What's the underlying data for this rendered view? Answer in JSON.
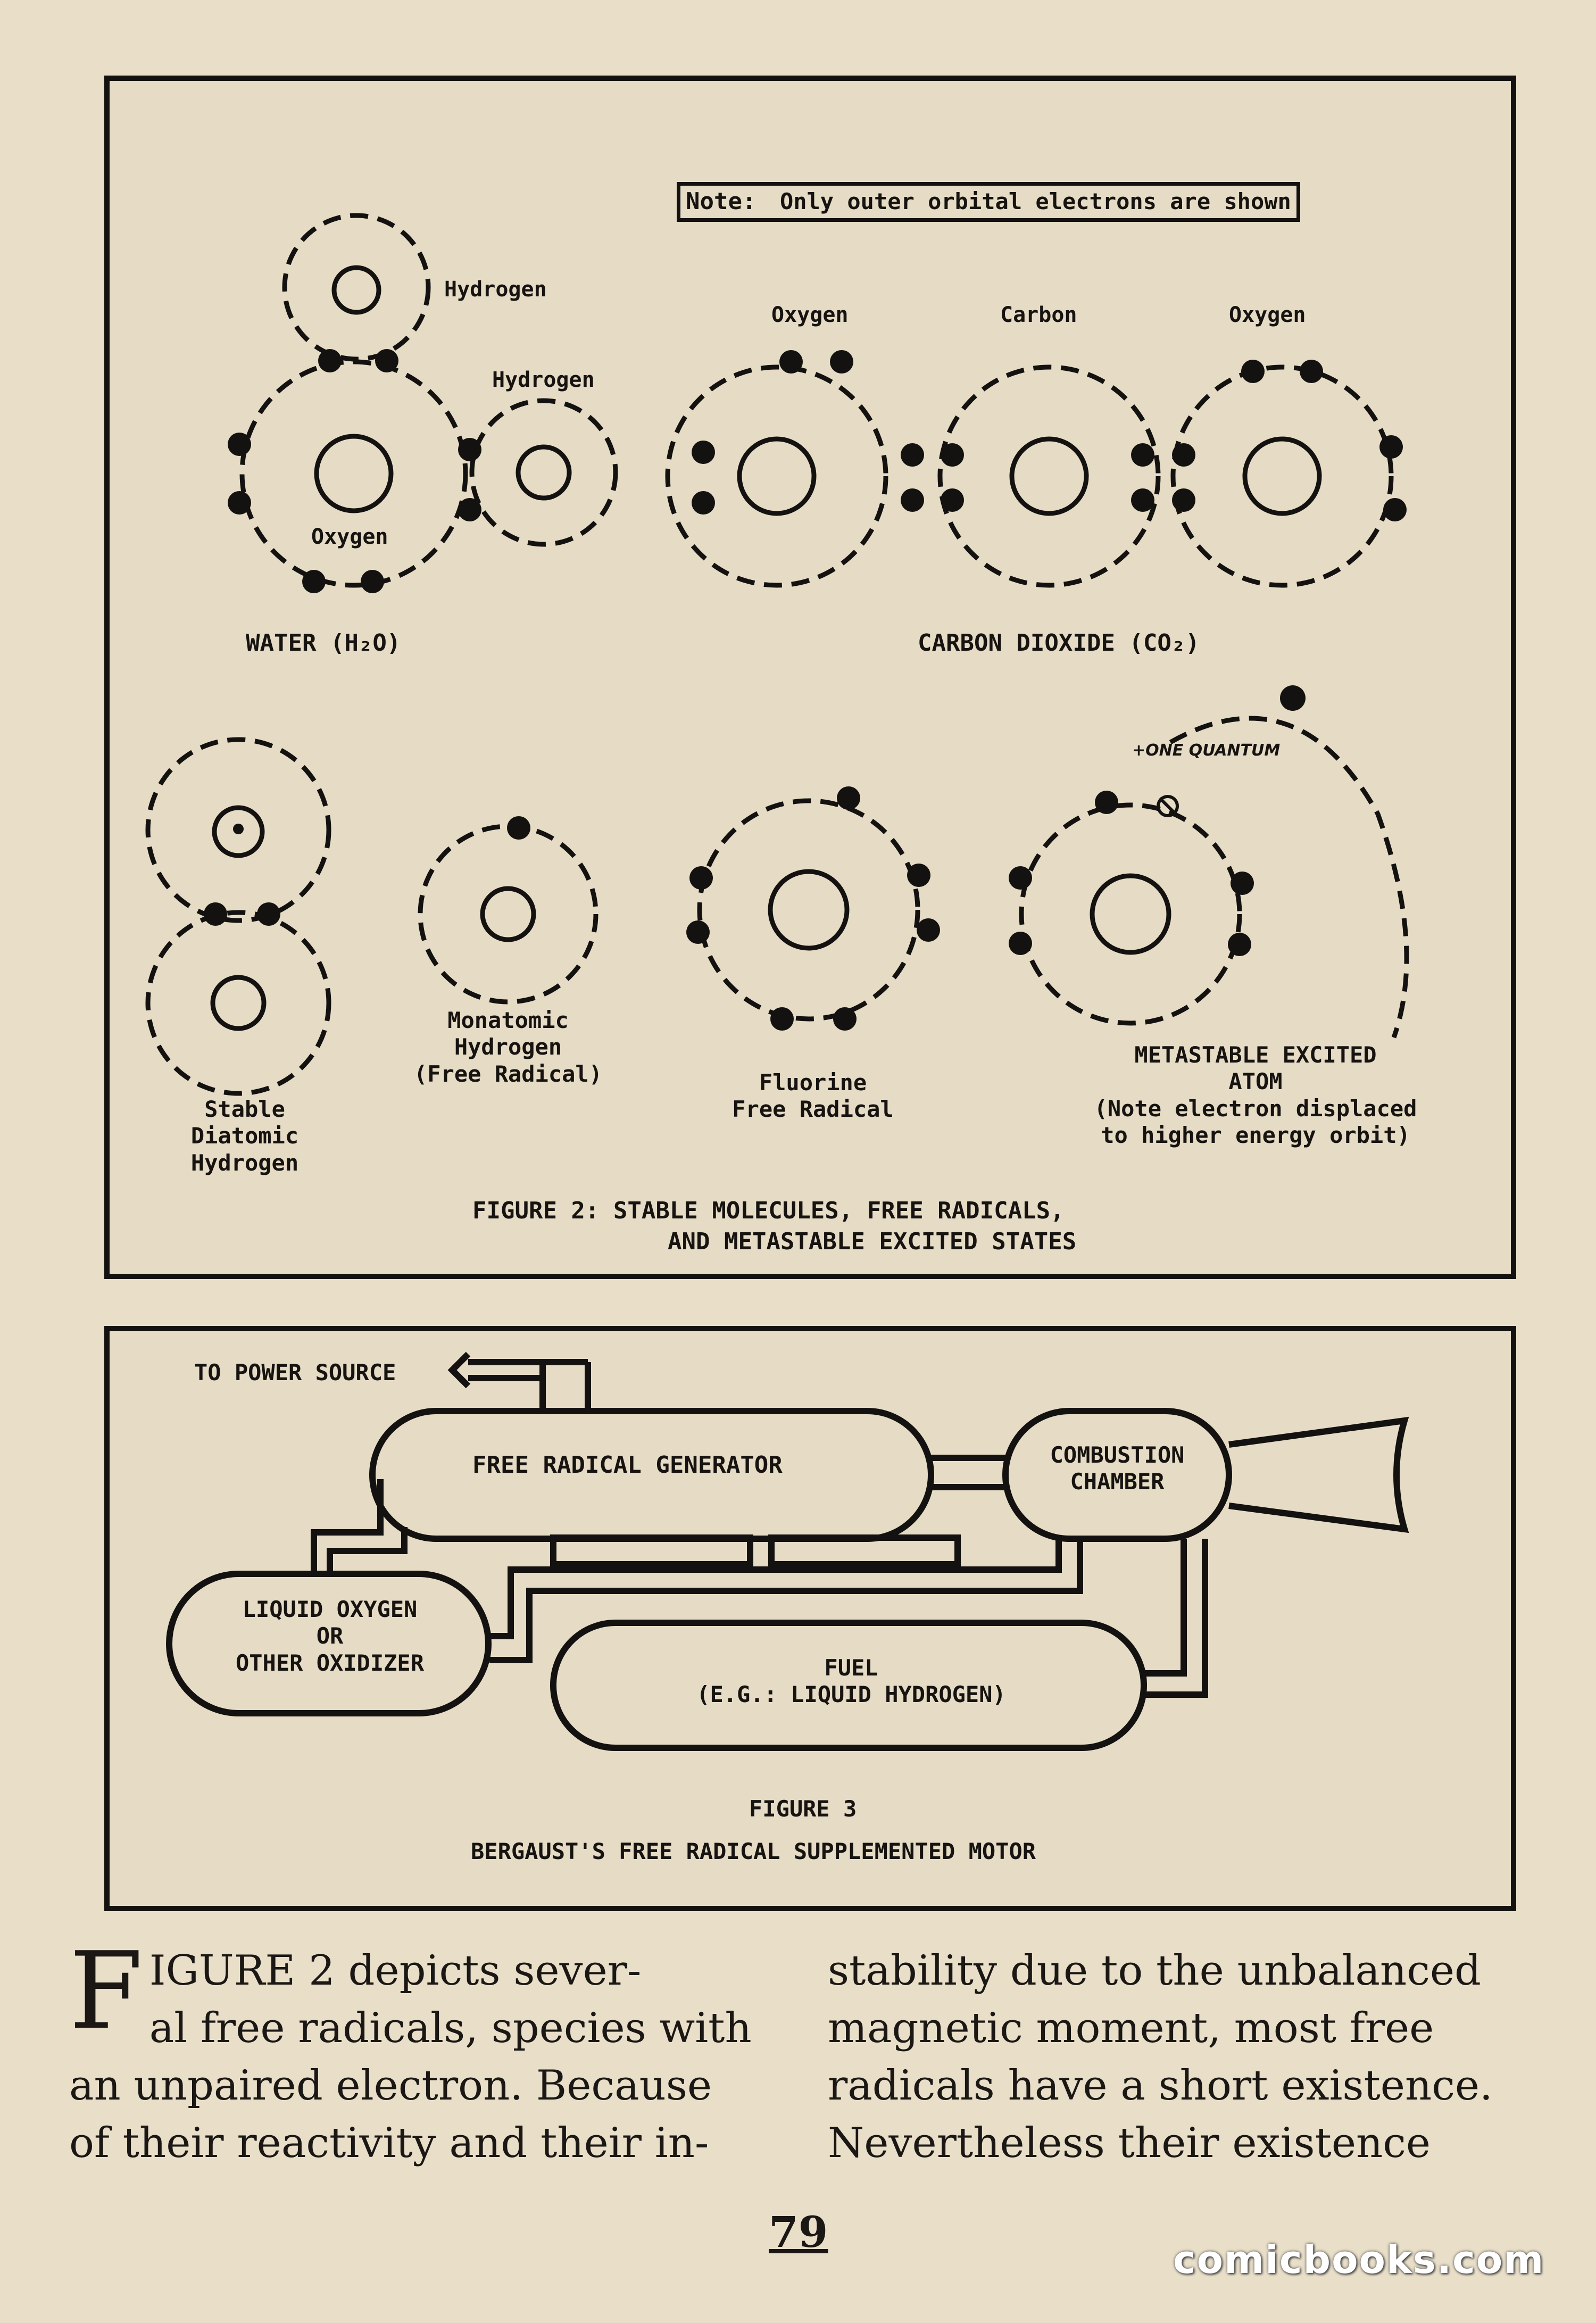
{
  "figure2": {
    "note_label": "Note:",
    "note_text": "Only outer orbital electrons are shown",
    "water": {
      "hydrogen_top": "Hydrogen",
      "hydrogen_right": "Hydrogen",
      "oxygen": "Oxygen",
      "caption": "WATER (H₂O)"
    },
    "co2": {
      "oxygen_left": "Oxygen",
      "carbon": "Carbon",
      "oxygen_right": "Oxygen",
      "caption": "CARBON DIOXIDE (CO₂)"
    },
    "quantum_label": "+ONE QUANTUM",
    "diatomic_caption": [
      "Stable",
      "Diatomic",
      "Hydrogen"
    ],
    "monatomic_caption": [
      "Monatomic",
      "Hydrogen",
      "(Free Radical)"
    ],
    "fluorine_caption": [
      "Fluorine",
      "Free Radical"
    ],
    "metastable_caption": [
      "METASTABLE EXCITED",
      "ATOM",
      "(Note electron displaced",
      "to higher energy orbit)"
    ],
    "figure_caption_line1": "FIGURE 2:  STABLE MOLECULES, FREE RADICALS,",
    "figure_caption_line2": "AND METASTABLE EXCITED STATES"
  },
  "figure3": {
    "power_source": "TO POWER SOURCE",
    "generator": "FREE RADICAL GENERATOR",
    "combustion": [
      "COMBUSTION",
      "CHAMBER"
    ],
    "oxidizer": [
      "LIQUID OXYGEN",
      "OR",
      "OTHER OXIDIZER"
    ],
    "fuel": [
      "FUEL",
      "(E.G.: LIQUID HYDROGEN)"
    ],
    "figure_number": "FIGURE 3",
    "figure_title": "BERGAUST'S FREE RADICAL SUPPLEMENTED MOTOR"
  },
  "body": {
    "drop_cap": "F",
    "left_lines": [
      "IGURE 2 depicts sever-",
      "al free radicals, species with",
      "an unpaired electron. Because",
      "of their reactivity and their in-"
    ],
    "right_lines": [
      "stability due to the unbalanced",
      "magnetic moment, most free",
      "radicals have a short existence.",
      "Nevertheless their existence"
    ]
  },
  "page_number": "79",
  "watermark": "comicbooks.com"
}
